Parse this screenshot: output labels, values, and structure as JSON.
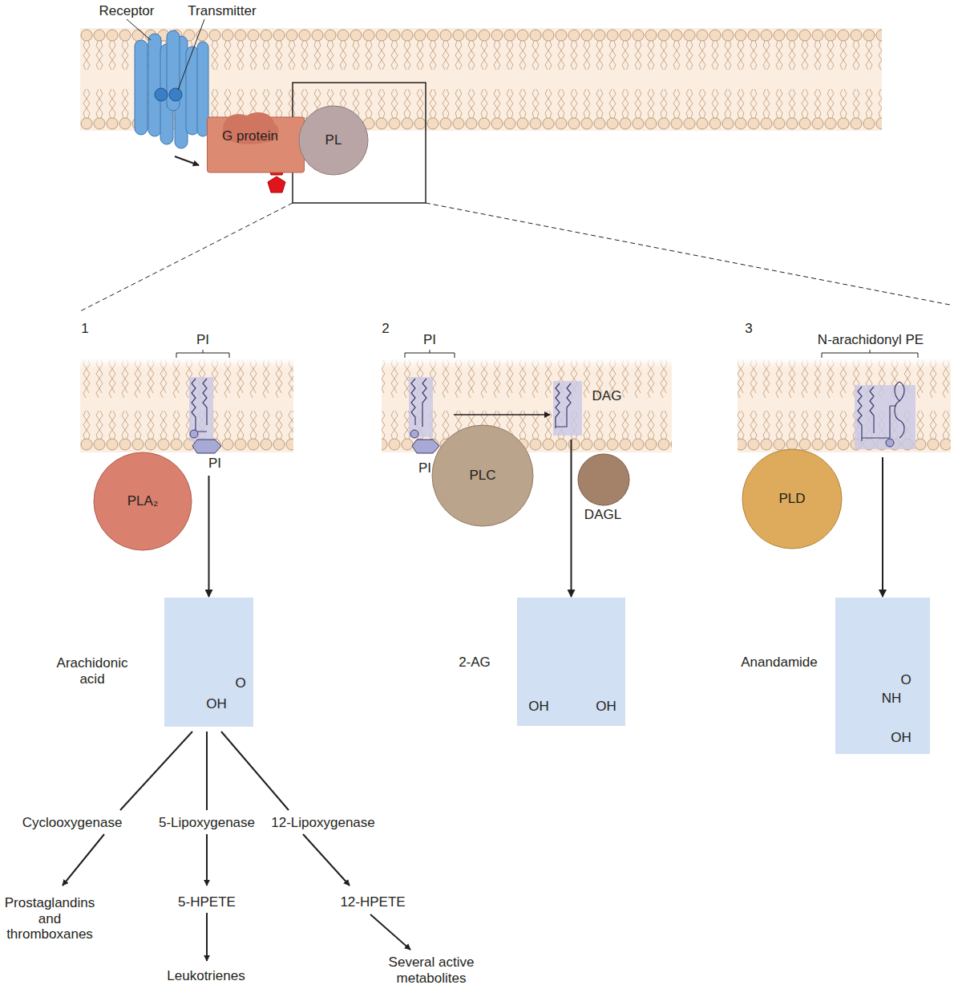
{
  "diagram": {
    "nodes": [
      {
        "text": [
          "G protein"
        ]
      },
      {
        "text": [
          "PL"
        ]
      },
      {
        "text": [
          "PLA₂"
        ]
      },
      {
        "text": [
          "PLC"
        ]
      },
      {
        "text": [
          "DAGL"
        ]
      },
      {
        "text": [
          "PLD"
        ]
      },
      {
        "text": [
          "Arachidonic acid",
          "O",
          "OH"
        ]
      },
      {
        "text": [
          "2-AG",
          "OH",
          "OH"
        ]
      },
      {
        "text": [
          "Anandamide",
          "O",
          "NH",
          "OH"
        ]
      }
    ],
    "edges": [
      {
        "from": 2,
        "to": 6,
        "arrow": "to"
      },
      {
        "from": 3,
        "to": 7,
        "arrow": "to"
      },
      {
        "from": 5,
        "to": 8,
        "arrow": "to"
      }
    ],
    "labels": [
      "Receptor",
      "Transmitter",
      "1",
      "PI",
      "PI",
      "2",
      "PI",
      "PI",
      "DAG",
      "3",
      "N-arachidonyl PE",
      "Cyclooxygenase",
      "5-Lipoxygenase",
      "12-Lipoxygenase",
      "Prostaglandins and thromboxanes",
      "5-HPETE",
      "12-HPETE",
      "Leukotrienes",
      "Several active metabolites"
    ]
  }
}
